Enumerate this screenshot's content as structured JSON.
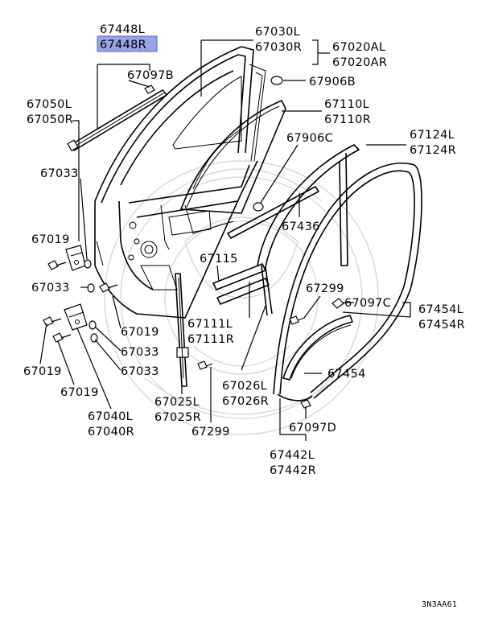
{
  "labels": {
    "p67448L": "67448L",
    "p67448R": "67448R",
    "p67097B": "67097B",
    "p67050L": "67050L",
    "p67050R": "67050R",
    "p67033_a": "67033",
    "p67019_a": "67019",
    "p67033_b": "67033",
    "p67019_b": "67019",
    "p67033_c": "67033",
    "p67033_d": "67033",
    "p67019_c": "67019",
    "p67019_d": "67019",
    "p67040L": "67040L",
    "p67040R": "67040R",
    "p67030L": "67030L",
    "p67030R": "67030R",
    "p67020AL": "67020AL",
    "p67020AR": "67020AR",
    "p67906B": "67906B",
    "p67110L": "67110L",
    "p67110R": "67110R",
    "p67906C": "67906C",
    "p67124L": "67124L",
    "p67124R": "67124R",
    "p67436": "67436",
    "p67115": "67115",
    "p67299_a": "67299",
    "p67111L": "67111L",
    "p67111R": "67111R",
    "p67097C": "67097C",
    "p67454L": "67454L",
    "p67454R": "67454R",
    "p67454": "67454",
    "p67026L": "67026L",
    "p67026R": "67026R",
    "p67025L": "67025L",
    "p67025R": "67025R",
    "p67299_b": "67299",
    "p67097D": "67097D",
    "p67442L": "67442L",
    "p67442R": "67442R"
  },
  "highlighted_part": "67448R",
  "highlight_color": "#9aa3e6",
  "diagram_code": "3N3AA61"
}
